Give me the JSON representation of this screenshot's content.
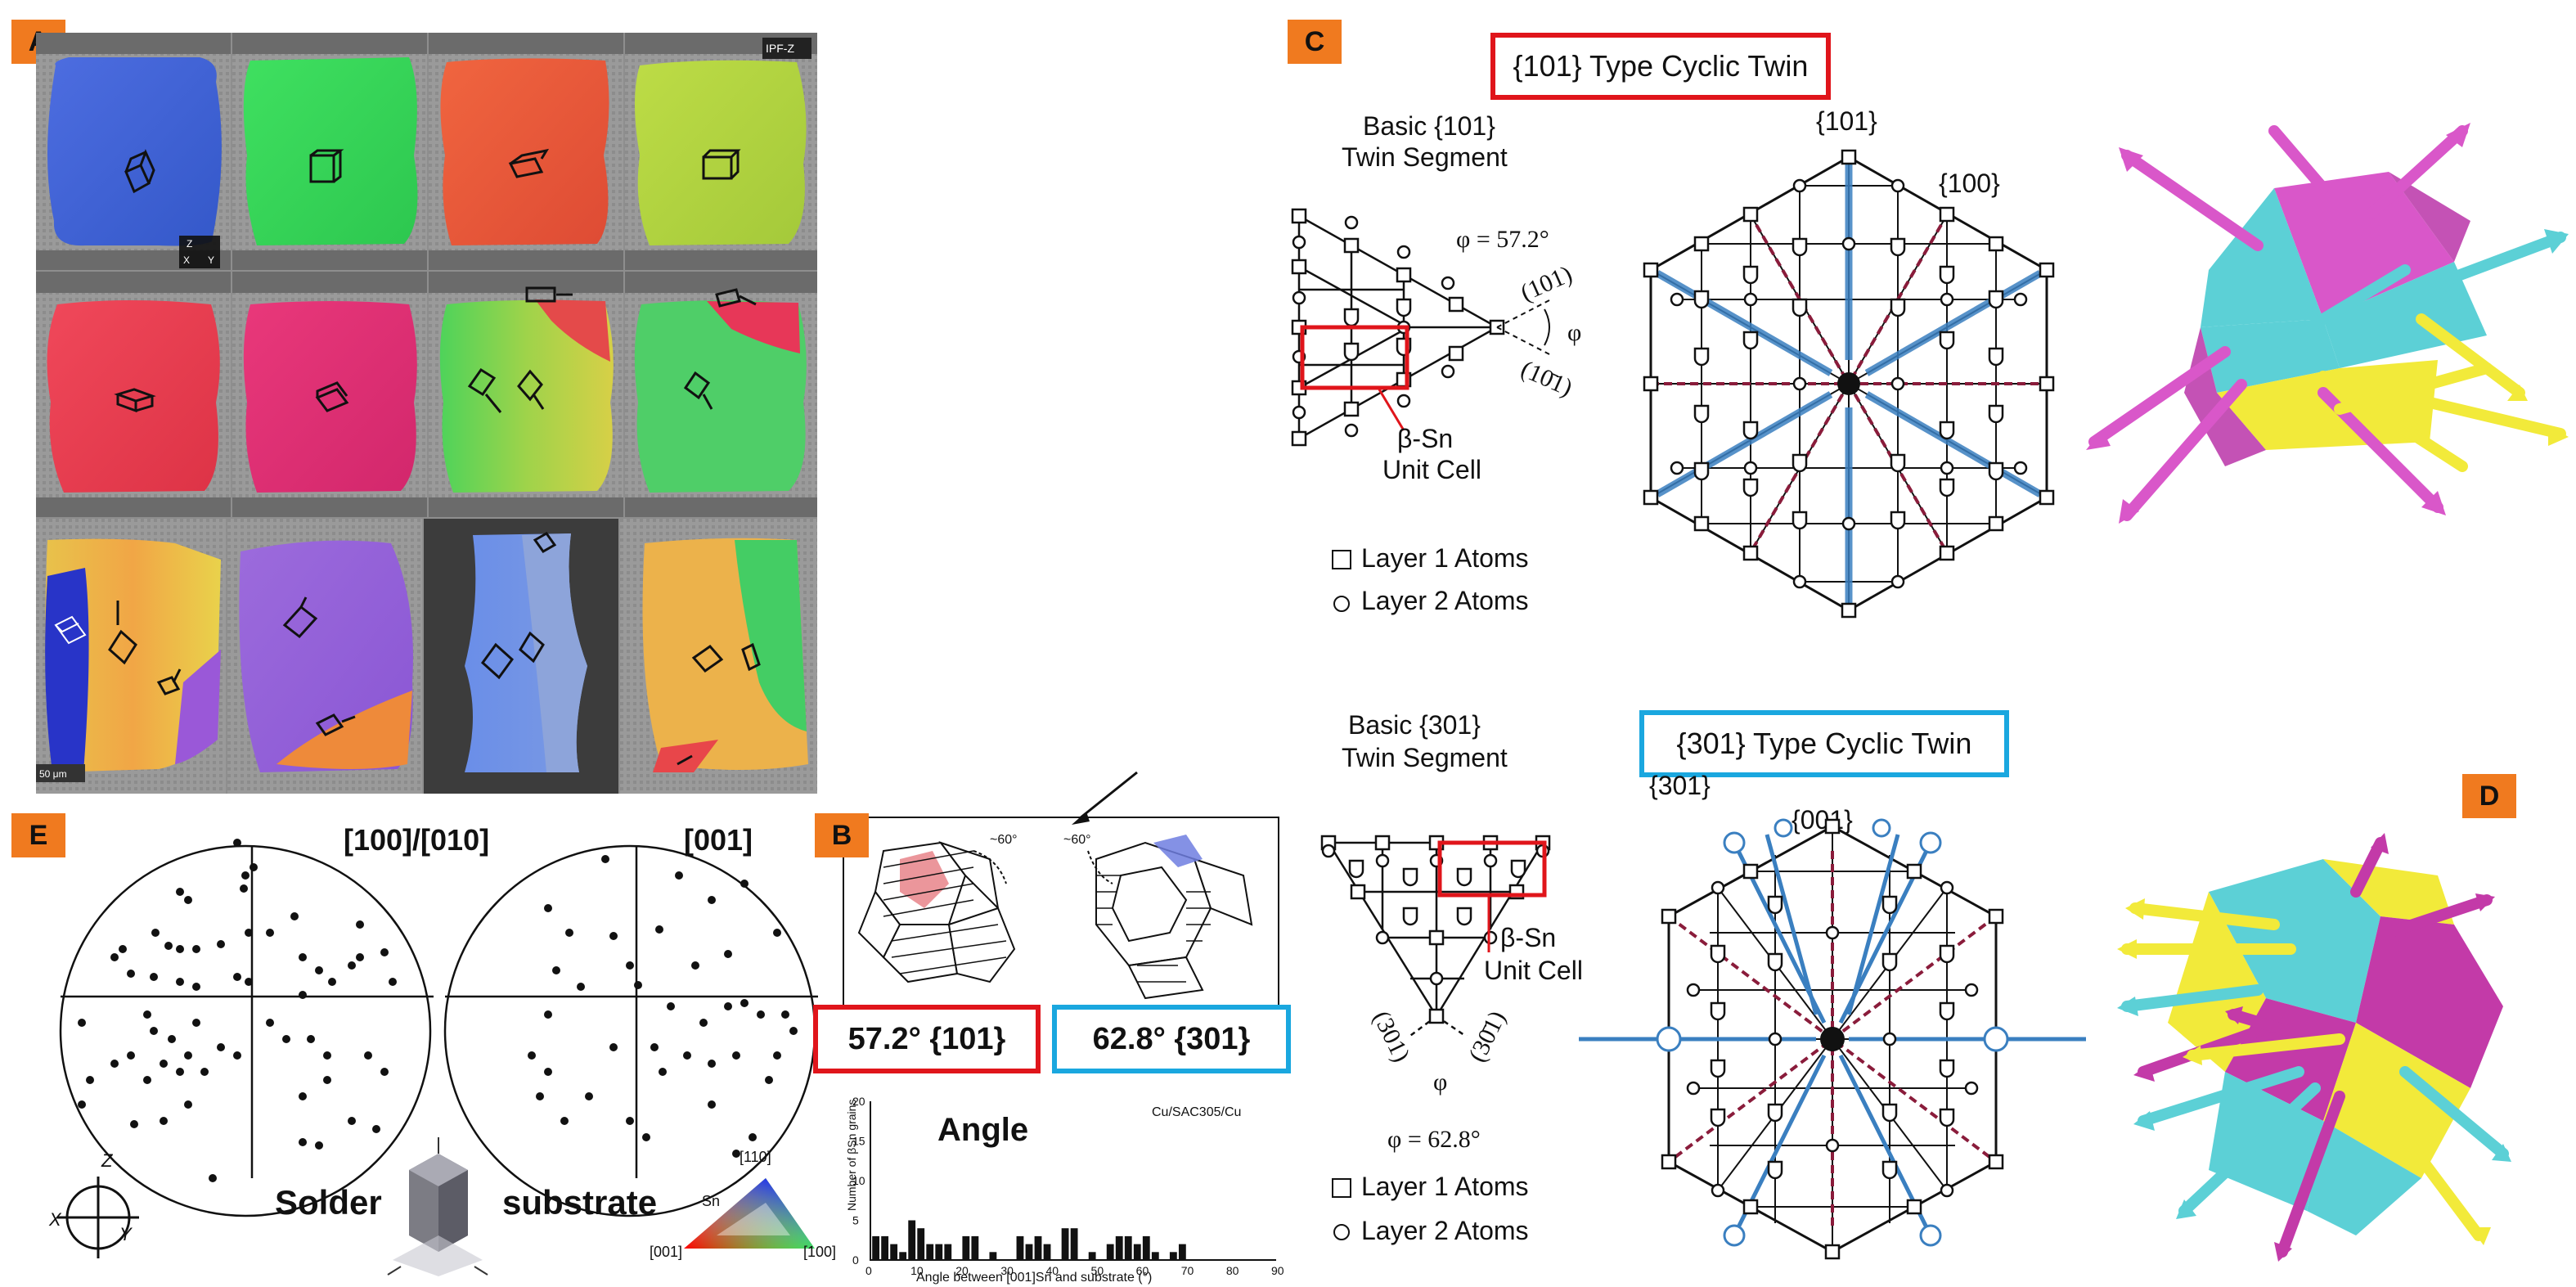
{
  "panels": {
    "a": "A",
    "b": "B",
    "c": "C",
    "d": "D",
    "e": "E"
  },
  "panel_a": {
    "ipf_label": "IPF-Z",
    "scale_bar": "50 μm",
    "axis_z": "Z",
    "axis_x": "X",
    "axis_y": "Y"
  },
  "panel_c": {
    "title_101": "{101} Type Cyclic Twin",
    "basic_101_line1": "Basic {101}",
    "basic_101_line2": "Twin Segment",
    "phi_101": "φ = 57.2°",
    "plane_101": "(101)",
    "plane_10m1": "(10̄1)",
    "phi_symbol": "φ",
    "unit_cell_line1": "β-Sn",
    "unit_cell_line2": "Unit Cell",
    "legend_layer1": "Layer 1 Atoms",
    "legend_layer2": "Layer 2 Atoms",
    "label_101": "{101}",
    "label_100": "{100}",
    "title_301": "{301} Type Cyclic Twin",
    "basic_301_line1": "Basic {301}",
    "basic_301_line2": "Twin Segment",
    "phi_301": "φ = 62.8°",
    "plane_301": "(301)",
    "plane_30m1": "(30̄1)",
    "label_301": "{301}",
    "label_001": "{001}"
  },
  "panel_e": {
    "pole_left": "[100]/[010]",
    "pole_right": "[001]",
    "solder": "Solder",
    "substrate": "substrate",
    "triangle_110": "[110]",
    "triangle_001": "[001]",
    "triangle_100": "[100]",
    "triangle_sn": "Sn",
    "axis_z": "Z",
    "axis_x": "X",
    "axis_y": "Y"
  },
  "panel_b": {
    "angle_left": "~60°",
    "angle_right": "~60°",
    "box_101": "57.2° {101}",
    "box_301": "62.8° {301}"
  },
  "chart_data": {
    "type": "bar",
    "title": "Angle",
    "annotation": "Cu/SAC305/Cu",
    "xlabel": "Angle between [001]Sn and substrate (°)",
    "ylabel": "Number of βSn grains",
    "xlim": [
      0,
      90
    ],
    "ylim": [
      0,
      20
    ],
    "xticks": [
      0,
      10,
      20,
      30,
      40,
      50,
      60,
      70,
      80,
      90
    ],
    "yticks": [
      0,
      5,
      10,
      15,
      20
    ],
    "categories": [
      2,
      4,
      6,
      8,
      10,
      12,
      14,
      16,
      18,
      20,
      22,
      24,
      26,
      28,
      30,
      32,
      34,
      36,
      38,
      40,
      42,
      44,
      46,
      48,
      50,
      52,
      54,
      56,
      58,
      60,
      62,
      64,
      66,
      68,
      70,
      72
    ],
    "values": [
      3,
      3,
      2,
      1,
      5,
      4,
      2,
      2,
      2,
      0,
      3,
      3,
      0,
      1,
      0,
      0,
      3,
      2,
      3,
      2,
      0,
      4,
      4,
      0,
      1,
      0,
      2,
      3,
      3,
      2,
      3,
      1,
      0,
      1,
      2,
      0
    ]
  }
}
